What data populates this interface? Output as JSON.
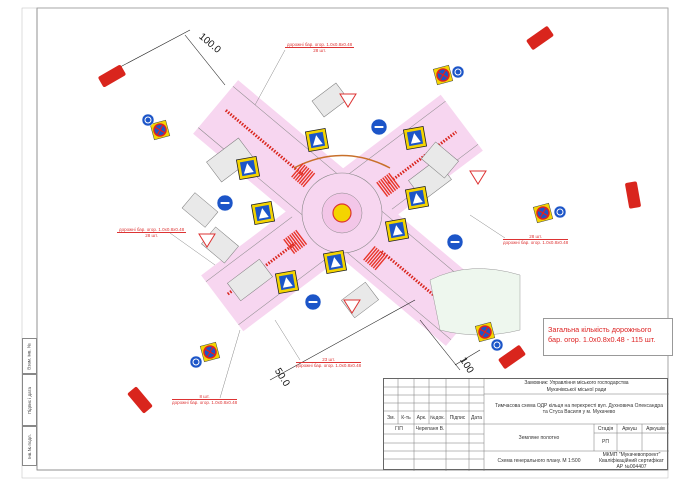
{
  "dimensions": {
    "top_left": "100.0",
    "bottom_left": "50.0",
    "bottom_right": "100"
  },
  "barrier_labels": [
    {
      "text": "дорожні бар. огор. 1.0х0.8х0.48",
      "count": "28 шт."
    },
    {
      "text": "дорожні бар. огор. 1.0х0.8х0.48",
      "count": "28 шт."
    },
    {
      "text": "дорожні бар. огор. 1.0х0.8х0.48",
      "count": "28 шт."
    },
    {
      "text": "дорожні бар. огор. 1.0х0.8х0.48",
      "count": "23 шт."
    },
    {
      "text": "дорожні бар. огор. 1.0х0.8х0.48",
      "count": "8 шт."
    }
  ],
  "summary_note": {
    "line1": "Загальна кількість дорожнього",
    "line2": "бар. огор. 1.0х0.8х0.48 - 115 шт."
  },
  "side_stamps": [
    "Взам. інв. №",
    "Підпис і дата",
    "Інв.№ подл."
  ],
  "title_block": {
    "columns": [
      "Зм.",
      "К-ть",
      "Арк.",
      "№док.",
      "Підпис",
      "Дата"
    ],
    "role": "ГІП",
    "person": "Черепаня В.",
    "customer_line1": "Замовник: Управління міського господарства",
    "customer_line2": "Мукачівської міської ради",
    "project": "Тимчасова схема ОДР кільця на перехресті вул. Духновича Олександра та Стуса Василя  у м. Мукачево",
    "section": "Земляне полотно",
    "stage_label": "Стадія",
    "sheet_label": "Аркуш",
    "sheets_label": "Аркушів",
    "stage": "РП",
    "drawing": "Схема генерального плану. М 1:500",
    "org_line1": "МКМП \"Мукачевопроект\"",
    "org_line2": "Кваліфікаційний сертифікат",
    "org_line3": "АР №004407"
  },
  "colors": {
    "road": "#f7d6f0",
    "barrier": "#d9251d",
    "sign_blue": "#1c55c8",
    "sign_yellow": "#f4d400",
    "crosswalk": "#e8352a"
  }
}
